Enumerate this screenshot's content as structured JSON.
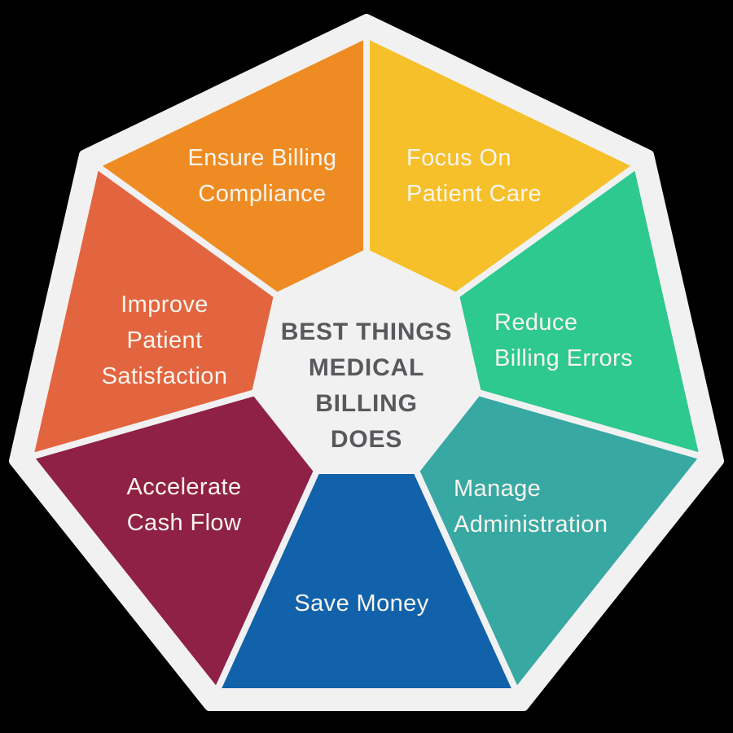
{
  "diagram": {
    "background_color": "#000000",
    "outline_color": "#f2f1f2",
    "label_color": "#f9f4ee",
    "center_title": {
      "color": "#58595c",
      "lines": [
        "BEST THINGS",
        "MEDICAL",
        "BILLING",
        "DOES"
      ]
    },
    "segments": [
      {
        "name": "ensure-billing-compliance",
        "color": "#ee8c23",
        "lines": [
          "Ensure Billing",
          "Compliance"
        ]
      },
      {
        "name": "focus-on-patient-care",
        "color": "#f5c02a",
        "lines": [
          "Focus On",
          "Patient Care"
        ]
      },
      {
        "name": "reduce-billing-errors",
        "color": "#2dc98e",
        "lines": [
          "Reduce",
          "Billing Errors"
        ]
      },
      {
        "name": "manage-administration",
        "color": "#38a8a3",
        "lines": [
          "Manage",
          "Administration"
        ]
      },
      {
        "name": "save-money",
        "color": "#1162ab",
        "lines": [
          "Save Money"
        ]
      },
      {
        "name": "accelerate-cash-flow",
        "color": "#8f2146",
        "lines": [
          "Accelerate",
          "Cash Flow"
        ]
      },
      {
        "name": "improve-patient-satisfaction",
        "color": "#e2653f",
        "lines": [
          "Improve",
          "Patient",
          "Satisfaction"
        ]
      }
    ]
  }
}
